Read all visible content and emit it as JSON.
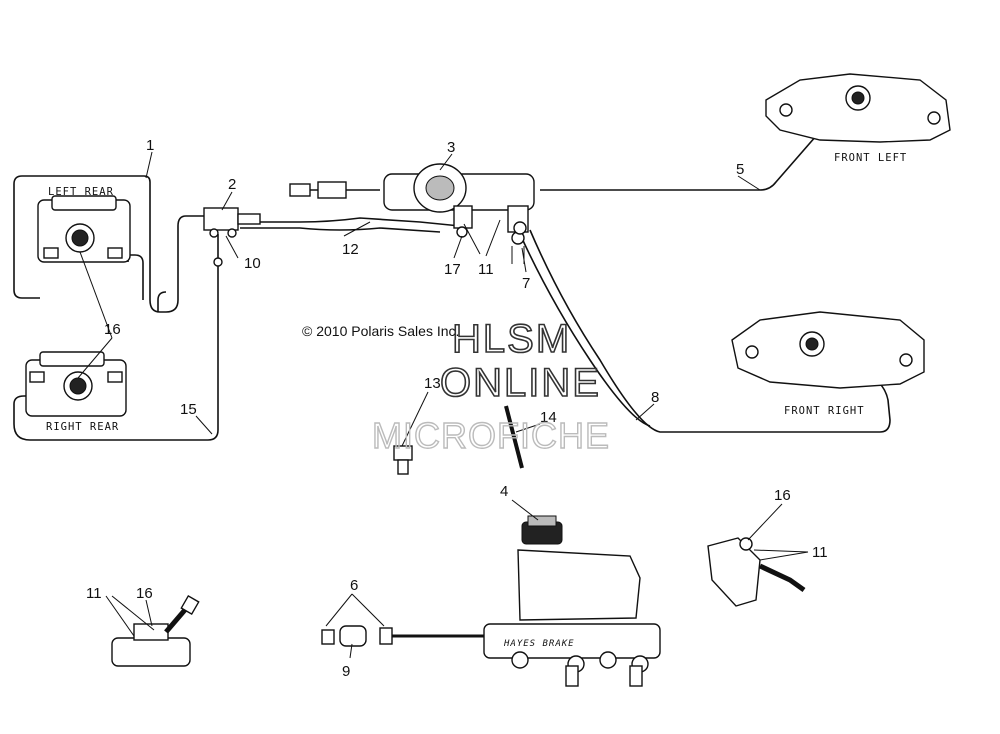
{
  "callouts": {
    "c1": "1",
    "c2": "2",
    "c3": "3",
    "c4": "4",
    "c5": "5",
    "c6": "6",
    "c7": "7",
    "c8": "8",
    "c9": "9",
    "c10": "10",
    "c11a": "11",
    "c11b": "11",
    "c11c": "11",
    "c12": "12",
    "c13": "13",
    "c14": "14",
    "c15": "15",
    "c16a": "16",
    "c16b": "16",
    "c16c": "16",
    "c17": "17"
  },
  "locations": {
    "left_rear": "LEFT REAR",
    "right_rear": "RIGHT REAR",
    "front_left": "FRONT LEFT",
    "front_right": "FRONT RIGHT"
  },
  "copyright": "© 2010 Polaris Sales Inc.",
  "watermark": {
    "line1": "HLSM",
    "line2": "ONLINE",
    "line3": "MICROFICHE"
  },
  "master_cylinder_label": "HAYES BRAKE"
}
